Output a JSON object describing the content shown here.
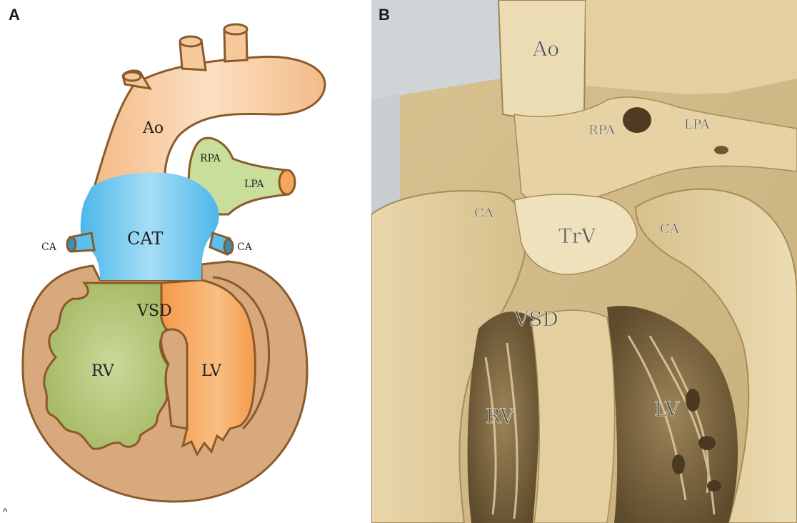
{
  "panels": {
    "a": {
      "letter": "A",
      "labels": {
        "ao": "Ao",
        "rpa": "RPA",
        "lpa": "LPA",
        "cat": "CAT",
        "ca_left": "CA",
        "ca_right": "CA",
        "vsd": "VSD",
        "rv": "RV",
        "lv": "LV"
      },
      "corner_mark": "^"
    },
    "b": {
      "letter": "B",
      "labels": {
        "ao": "Ao",
        "rpa": "RPA",
        "lpa": "LPA",
        "ca_left": "CA",
        "trv": "TrV",
        "ca_right": "CA",
        "vsd": "VSD",
        "rv": "RV",
        "lv": "LV"
      }
    }
  },
  "colors": {
    "outline": "#8a5a2b",
    "myocardium": "#d9a97e",
    "aorta": "#f7c99a",
    "truncus": "#5bc0ee",
    "pulmonary": "#c9de9a",
    "right_ventricle": "#a9bd6a",
    "left_ventricle": "#f5a65a",
    "specimen_base": "#e6d3a6",
    "specimen_dark": "#6b5a3a"
  }
}
